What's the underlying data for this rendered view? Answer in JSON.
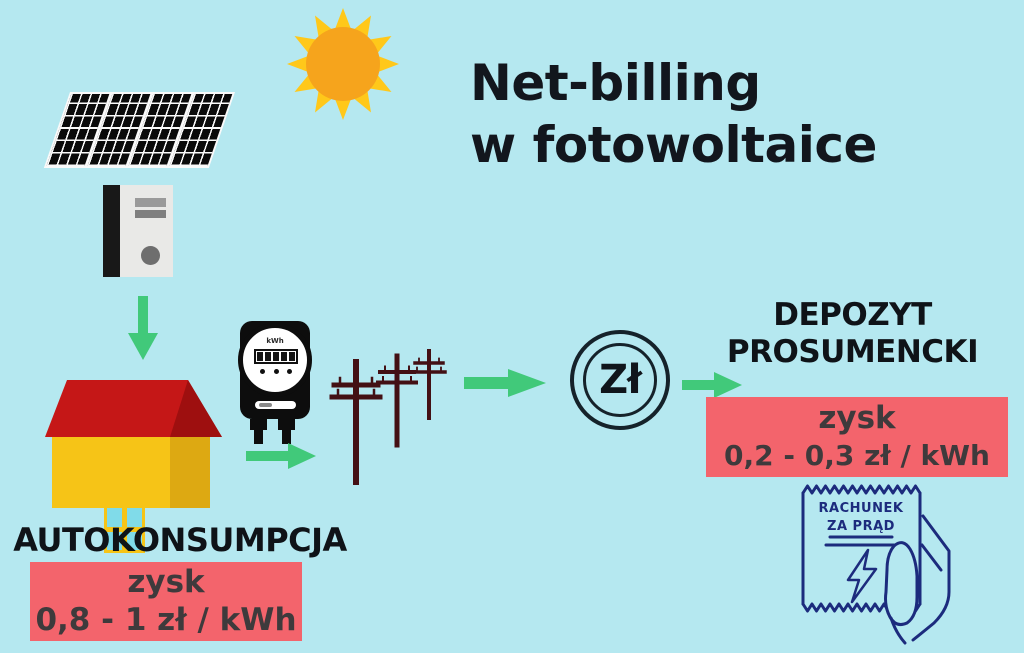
{
  "title": {
    "line1": "Net-billing",
    "line2": "w fotowoltaice"
  },
  "flow": {
    "currency_circle_label": "Zł",
    "meter_unit_label": "kWh"
  },
  "deposit": {
    "heading_line1": "DEPOZYT",
    "heading_line2": "PROSUMENCKI",
    "profit_label": "zysk",
    "profit_value": "0,2 - 0,3 zł / kWh"
  },
  "autoconsumption": {
    "heading": "AUTOKONSUMPCJA",
    "profit_label": "zysk",
    "profit_value": "0,8 - 1 zł / kWh"
  },
  "receipt": {
    "line1": "RACHUNEK",
    "line2": "ZA PRĄD"
  },
  "icons": [
    {
      "name": "solar-panel-icon"
    },
    {
      "name": "sun-icon"
    },
    {
      "name": "inverter-icon"
    },
    {
      "name": "arrow-down-icon"
    },
    {
      "name": "house-icon"
    },
    {
      "name": "electric-meter-icon"
    },
    {
      "name": "arrow-right-icon"
    },
    {
      "name": "power-poles-icon"
    },
    {
      "name": "zloty-coin-icon"
    },
    {
      "name": "bill-in-hand-icon"
    },
    {
      "name": "lightning-icon"
    }
  ],
  "colors": {
    "background": "#b5e8f0",
    "arrow_green": "#41c97a",
    "profit_box_red": "#f3646c",
    "profit_text": "#3e3a3c",
    "heading_text": "#10151b",
    "receipt_navy": "#1c2b7d",
    "roof_red": "#c51717",
    "house_yellow": "#f6c417",
    "window_cyan": "#80dbe9",
    "pole_maroon": "#431014",
    "sun_ray_yellow": "#ffc81a",
    "sun_core_orange": "#f6a41c"
  }
}
